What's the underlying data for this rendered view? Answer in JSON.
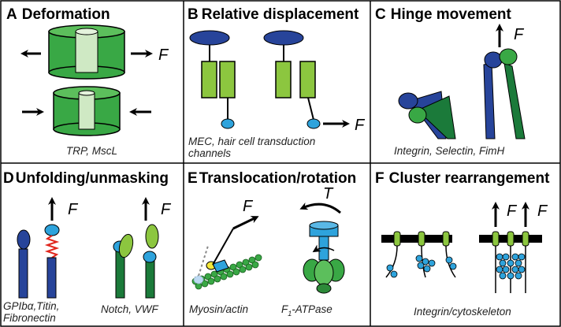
{
  "panels": [
    {
      "letter": "A",
      "title": "Deformation",
      "caption": "TRP, MscL",
      "force_label": "F"
    },
    {
      "letter": "B",
      "title": "Relative displacement",
      "caption_lines": [
        "MEC, hair cell transduction",
        "channels"
      ],
      "force_label": "F"
    },
    {
      "letter": "C",
      "title": "Hinge  movement",
      "caption": "Integrin, Selectin, FimH",
      "force_label": "F"
    },
    {
      "letter": "D",
      "title": "Unfolding/unmasking",
      "caption_lines": [
        "GPIbα,Titin,",
        "Fibronectin"
      ],
      "caption2": "Notch, VWF",
      "force_label": "F"
    },
    {
      "letter": "E",
      "title": "Translocation/rotation",
      "caption": "Myosin/actin",
      "caption2_main": "F",
      "caption2_sub": "1",
      "caption2_rest": "-ATPase",
      "force_label": "F",
      "torque_label": "T"
    },
    {
      "letter": "F",
      "title": "Cluster rearrangement",
      "caption": "Integrin/cytoskeleton",
      "force_label": "F"
    }
  ],
  "colors": {
    "dark_blue": "#27449a",
    "light_blue": "#2ea3dc",
    "light_green": "#8cc63f",
    "green": "#39a845",
    "dark_green": "#1b7a3a",
    "red": "#e0261d",
    "yellow": "#f5e83a"
  }
}
